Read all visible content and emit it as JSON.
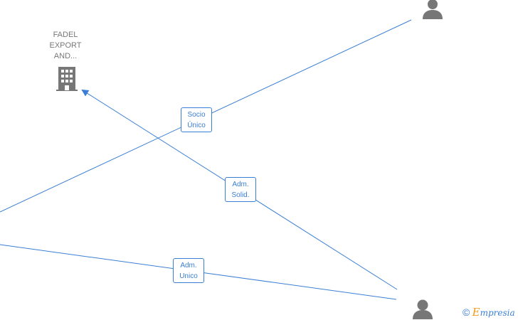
{
  "nodes": {
    "company": {
      "label": "FADEL\nEXPORT\nAND...",
      "icon": "building-icon"
    },
    "person_top": {
      "icon": "person-icon"
    },
    "person_bottom": {
      "icon": "person-icon"
    }
  },
  "edges": [
    {
      "label": "Socio\nÚnico"
    },
    {
      "label": "Adm.\nSolid."
    },
    {
      "label": "Adm.\nUnico"
    }
  ],
  "watermark": {
    "symbol": "©",
    "brand_first": "E",
    "brand_rest": "mpresia"
  },
  "colors": {
    "edge": "#3a7fd5",
    "icon": "#777777",
    "brand_accent": "#f29a1d"
  }
}
